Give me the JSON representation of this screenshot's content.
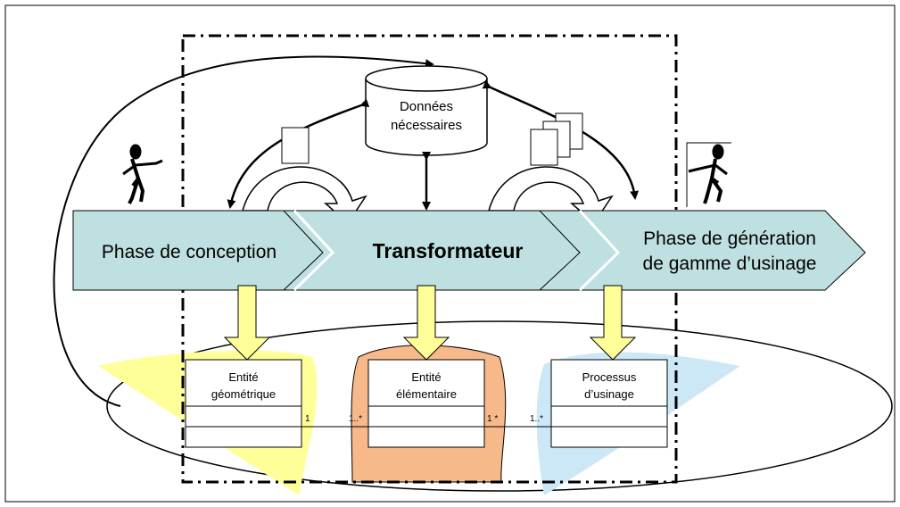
{
  "database": {
    "line1": "Données",
    "line2": "nécessaires"
  },
  "phases": {
    "conception": "Phase de conception",
    "transformateur": "Transformateur",
    "generation_line1": "Phase de génération",
    "generation_line2": "de gamme d’usinage"
  },
  "classes": {
    "entite_geometrique": {
      "line1": "Entité",
      "line2": "géométrique"
    },
    "entite_elementaire": {
      "line1": "Entité",
      "line2": "élémentaire"
    },
    "processus_usinage": {
      "line1": "Processus",
      "line2": "d’usinage"
    }
  },
  "multiplicities": {
    "m1": "1",
    "m2": "1..*",
    "m3": "1 *",
    "m4": "1..*"
  },
  "colors": {
    "chevron_fill": "#bfe0e0",
    "yellow_arrow": "#ffff99",
    "yellow_shape": "#ffff99",
    "orange_shape": "#f7b98a",
    "blue_shape": "#cce8f7"
  }
}
